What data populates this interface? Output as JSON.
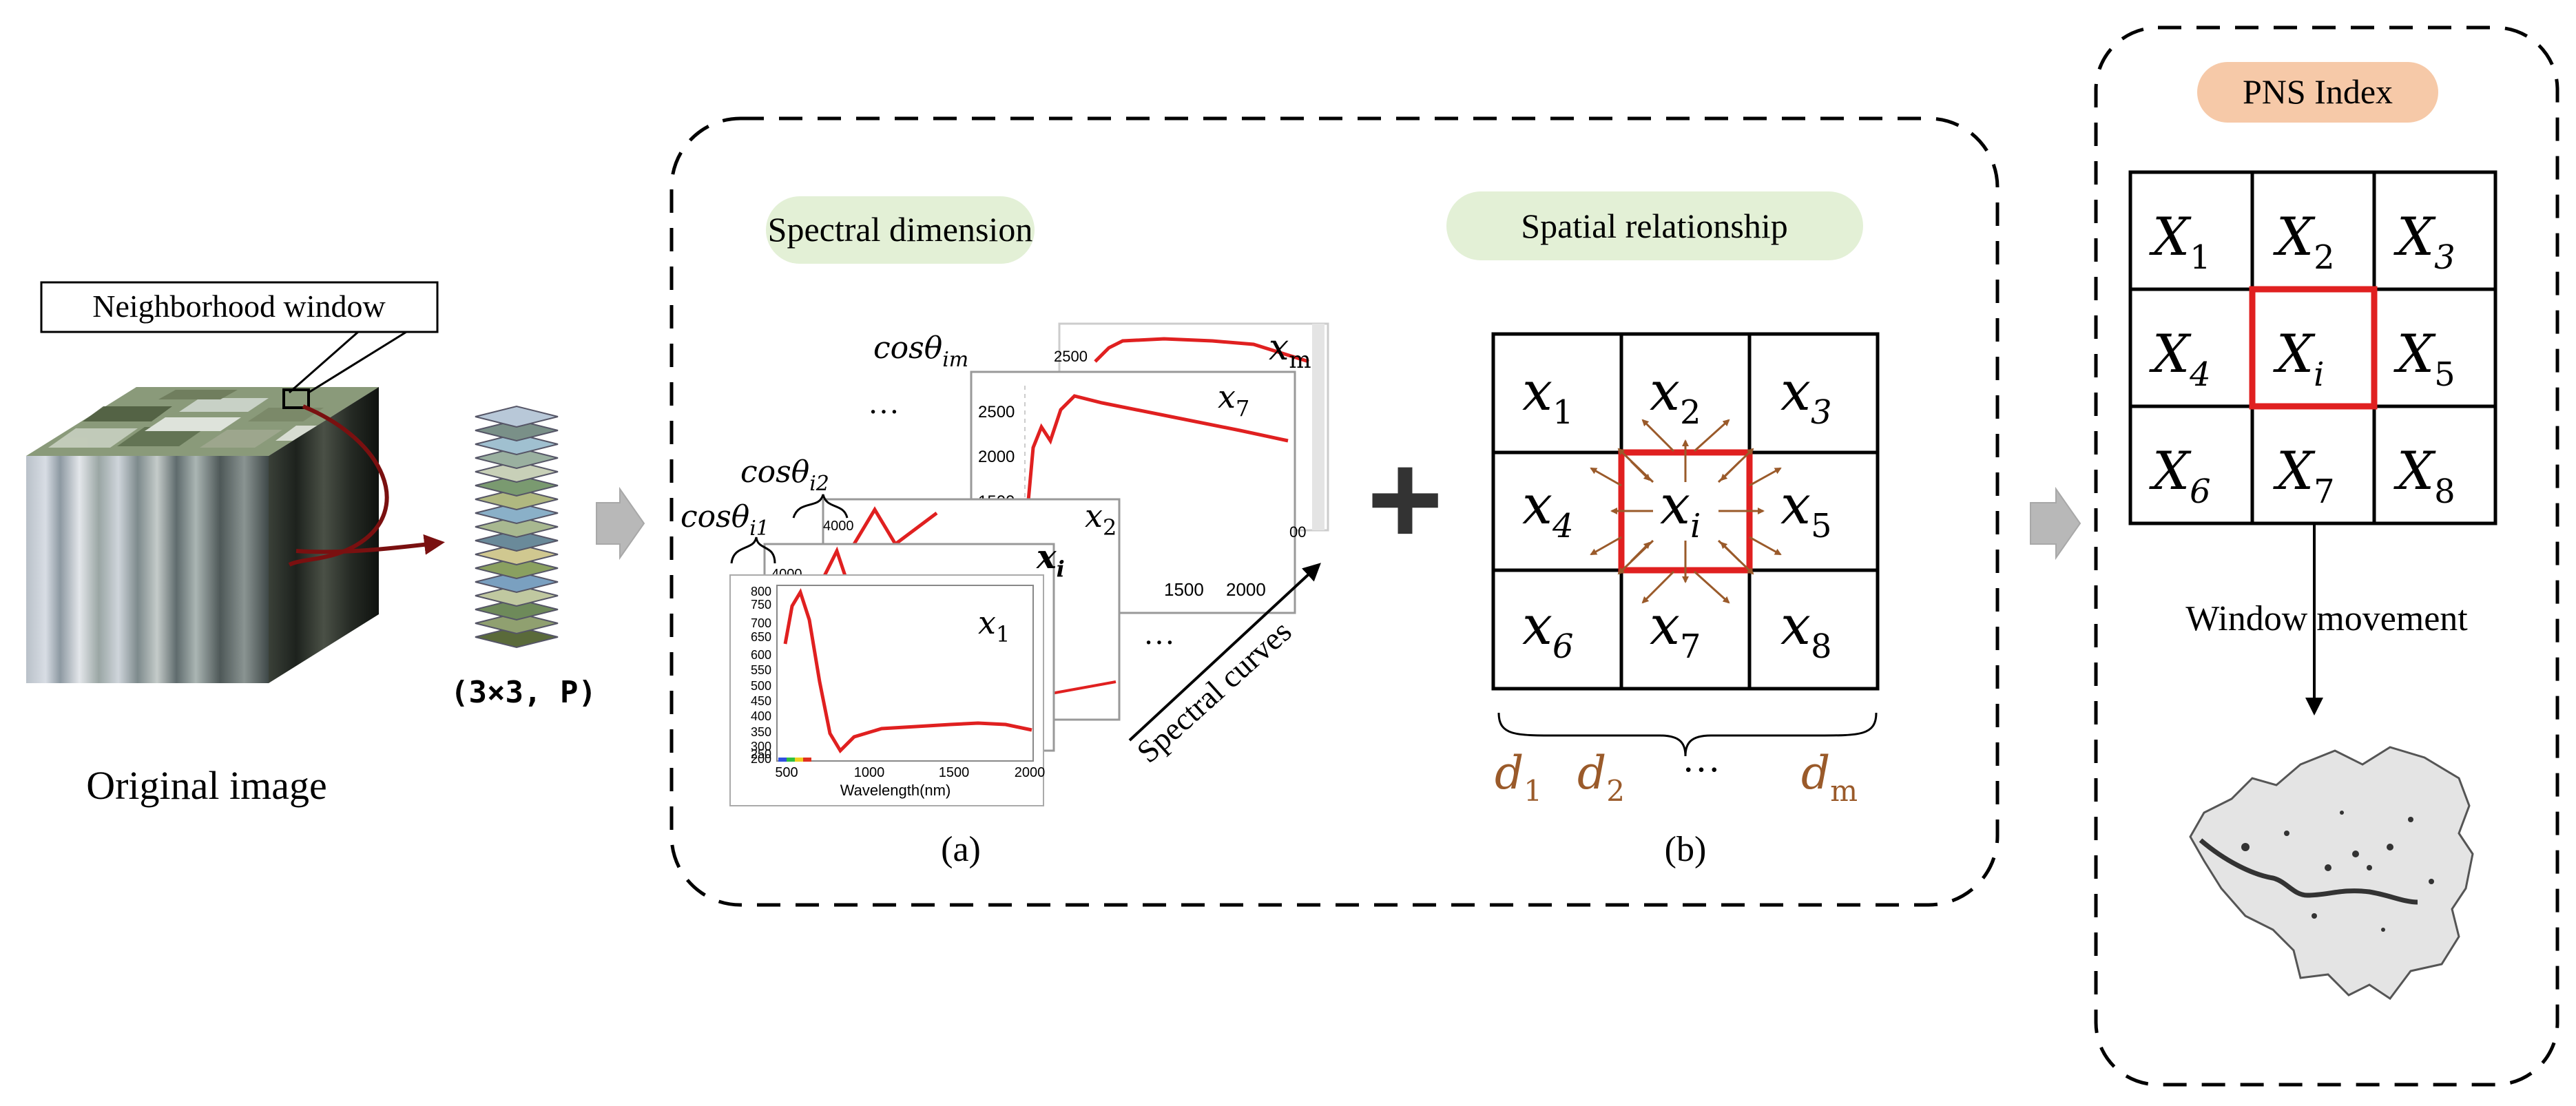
{
  "left": {
    "neighborhood_label": "Neighborhood window",
    "stack_label": "(3×3, P)",
    "caption": "Original image"
  },
  "panel_a": {
    "title": "Spectral dimension",
    "caption": "(a)",
    "angles": {
      "i1": {
        "base": "cosθ",
        "sub": "i1"
      },
      "i2": {
        "base": "cosθ",
        "sub": "i2"
      },
      "im": {
        "base": "cosθ",
        "sub": "im"
      }
    },
    "ellipsis": "…",
    "spectral_curves_label": "Spectral curves",
    "curves": [
      {
        "base": "x",
        "sub": "1",
        "bold": false
      },
      {
        "base": "x",
        "sub": "i",
        "bold": true
      },
      {
        "base": "x",
        "sub": "2",
        "bold": false
      },
      {
        "base": "x",
        "sub": "7",
        "bold": false
      },
      {
        "base": "x",
        "sub": "m",
        "bold": false
      }
    ],
    "front_chart": {
      "xlabel": "Wavelength(nm)",
      "xticks": [
        "500",
        "1000",
        "1500",
        "2000"
      ],
      "yticks": [
        "200",
        "250",
        "300",
        "350",
        "400",
        "450",
        "500",
        "550",
        "600",
        "650",
        "700",
        "750",
        "800"
      ]
    },
    "back_chart_yticks": [
      "1500",
      "2000",
      "2500"
    ],
    "back_chart_xticks": [
      "1500",
      "2000"
    ],
    "partial_ticks": {
      "c2": "4000",
      "c3": "4000",
      "cm": "2500",
      "c7_right": "00"
    }
  },
  "plus": "+",
  "panel_b": {
    "title": "Spatial relationship",
    "caption": "(b)",
    "cells": [
      {
        "base": "x",
        "sub": "1"
      },
      {
        "base": "x",
        "sub": "2"
      },
      {
        "base": "x",
        "sub": "3"
      },
      {
        "base": "x",
        "sub": "4"
      },
      {
        "base": "x",
        "sub": "i"
      },
      {
        "base": "x",
        "sub": "5"
      },
      {
        "base": "x",
        "sub": "6"
      },
      {
        "base": "x",
        "sub": "7"
      },
      {
        "base": "x",
        "sub": "8"
      }
    ],
    "distances": [
      {
        "base": "d",
        "sub": "1"
      },
      {
        "base": "d",
        "sub": "2"
      },
      {
        "base": "d",
        "sub": "m"
      }
    ],
    "dots": "…"
  },
  "right": {
    "title": "PNS Index",
    "cells": [
      {
        "base": "X",
        "sub": "1"
      },
      {
        "base": "X",
        "sub": "2"
      },
      {
        "base": "X",
        "sub": "3"
      },
      {
        "base": "X",
        "sub": "4"
      },
      {
        "base": "X",
        "sub": "i"
      },
      {
        "base": "X",
        "sub": "5"
      },
      {
        "base": "X",
        "sub": "6"
      },
      {
        "base": "X",
        "sub": "7"
      },
      {
        "base": "X",
        "sub": "8"
      }
    ],
    "movement_label": "Window movement"
  },
  "colors": {
    "red": "#e02020",
    "brown": "#9a5a2a",
    "green_pill": "#e3f0d6",
    "peach_pill": "#f6c9a8",
    "arrow_gray": "#b8b8b8",
    "dark_red_arrow": "#7a1010"
  }
}
